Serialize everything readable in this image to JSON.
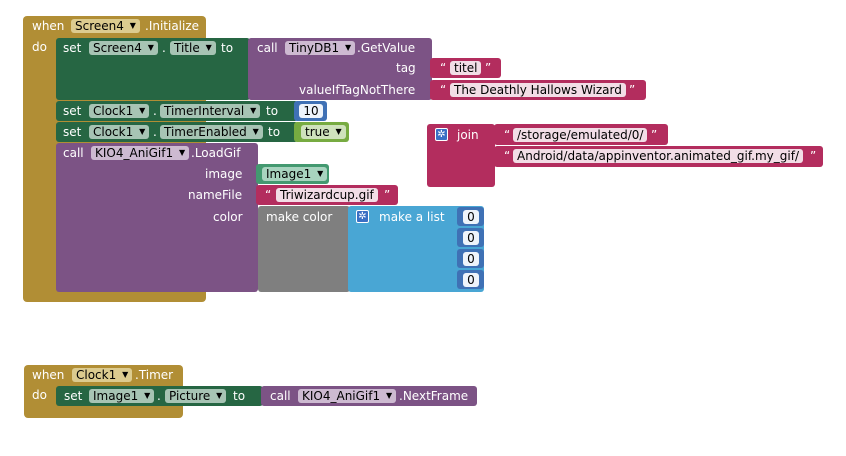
{
  "init_event": {
    "when": "when",
    "component": "Screen4",
    "event": ".Initialize",
    "do": "do"
  },
  "stmt1": {
    "set": "set",
    "component": "Screen4",
    "dot": ".",
    "property": "Title",
    "to": "to",
    "call": "call",
    "db": "TinyDB1",
    "method": ".GetValue",
    "tag_label": "tag",
    "tag_value": "titel",
    "default_label": "valueIfTagNotThere",
    "default_value": "The Deathly Hallows Wizard"
  },
  "stmt2": {
    "set": "set",
    "component": "Clock1",
    "dot": ".",
    "property": "TimerInterval",
    "to": "to",
    "value": "10"
  },
  "stmt3": {
    "set": "set",
    "component": "Clock1",
    "dot": ".",
    "property": "TimerEnabled",
    "to": "to",
    "value": "true"
  },
  "stmt4": {
    "call": "call",
    "component": "KIO4_AniGif1",
    "method": ".LoadGif",
    "image_label": "image",
    "image_value": "Image1",
    "namefile_label": "nameFile",
    "namefile_value": "Triwizardcup.gif",
    "color_label": "color",
    "make_color": "make color",
    "make_list": "make a list",
    "list_values": [
      "0",
      "0",
      "0",
      "0"
    ]
  },
  "join_block": {
    "label": "join",
    "part1": "/storage/emulated/0/",
    "part2": "Android/data/appinventor.animated_gif.my_gif/"
  },
  "timer_event": {
    "when": "when",
    "component": "Clock1",
    "event": ".Timer",
    "do": "do",
    "set": "set",
    "target": "Image1",
    "dot": ".",
    "property": "Picture",
    "to": "to",
    "call": "call",
    "gif": "KIO4_AniGif1",
    "method": ".NextFrame"
  },
  "colors": {
    "event": "#b18e35",
    "set": "#266643",
    "procedure": "#7c5385",
    "text": "#b32d5e",
    "math": "#3f71b5",
    "logic": "#77ab41",
    "list": "#49a6d4",
    "color": "#7f7f7f",
    "component": "#439970"
  }
}
